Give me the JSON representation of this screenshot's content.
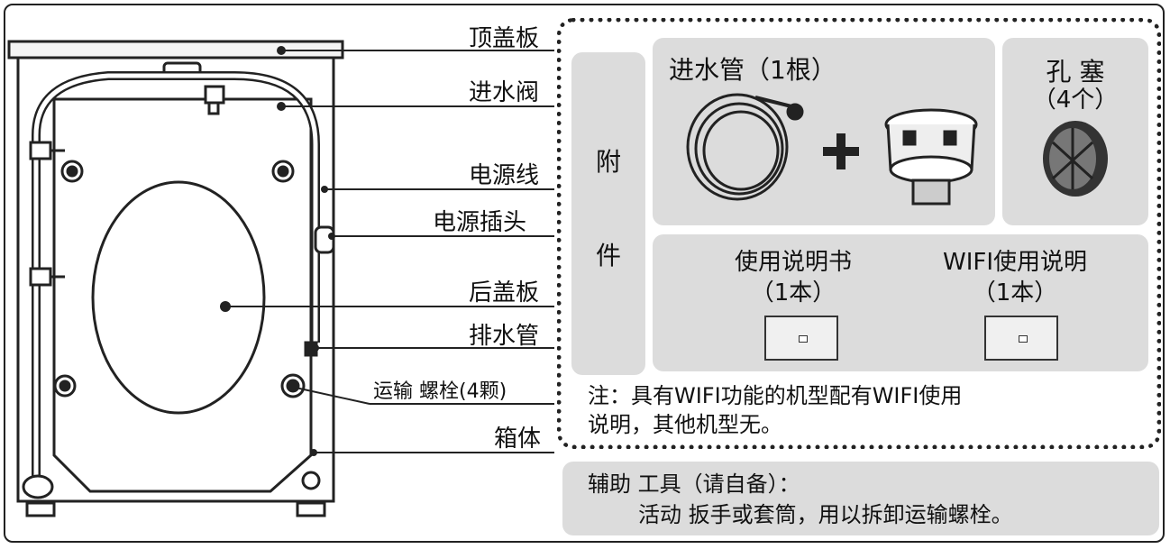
{
  "callouts": {
    "top_cover": "顶盖板",
    "inlet_valve": "进水阀",
    "power_cord": "电源线",
    "power_plug": "电源插头",
    "back_cover": "后盖板",
    "drain_hose": "排水管",
    "transport_bolt": "运输 螺栓(4颗)",
    "cabinet": "箱体"
  },
  "accessories": {
    "side_label_1": "附",
    "side_label_2": "件",
    "inlet_hose": "进水管（1根）",
    "plug_title": "孔 塞",
    "plug_count": "（4个）",
    "manual_title": "使用说明书",
    "manual_count": "（1本）",
    "wifi_title": "WIFI使用说明",
    "wifi_count": "（1本）",
    "plus": "+",
    "note_line1": "注：具有WIFI功能的机型配有WIFI使用",
    "note_line2": "说明，其他机型无。"
  },
  "tools": {
    "line1": "辅助 工具（请自备）：",
    "line2": "活动 扳手或套筒，用以拆卸运输螺栓。"
  },
  "colors": {
    "panel_gray": "#dcdcdc",
    "line": "#222222"
  }
}
